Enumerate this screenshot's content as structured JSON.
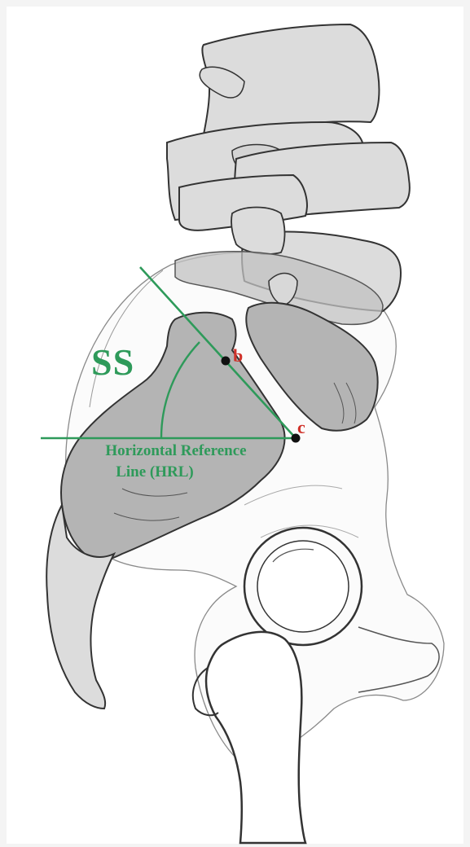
{
  "labels": {
    "angle": "SS",
    "point_b": "b",
    "point_c": "c",
    "reference_line_1": "Horizontal Reference",
    "reference_line_2": "Line (HRL)"
  },
  "colors": {
    "annotation_green": "#2e9a5a",
    "point_red": "#d0322a",
    "bone_light": "#dcdcdc",
    "bone_dark": "#b4b4b4",
    "outline": "#333333",
    "background": "#ffffff"
  }
}
